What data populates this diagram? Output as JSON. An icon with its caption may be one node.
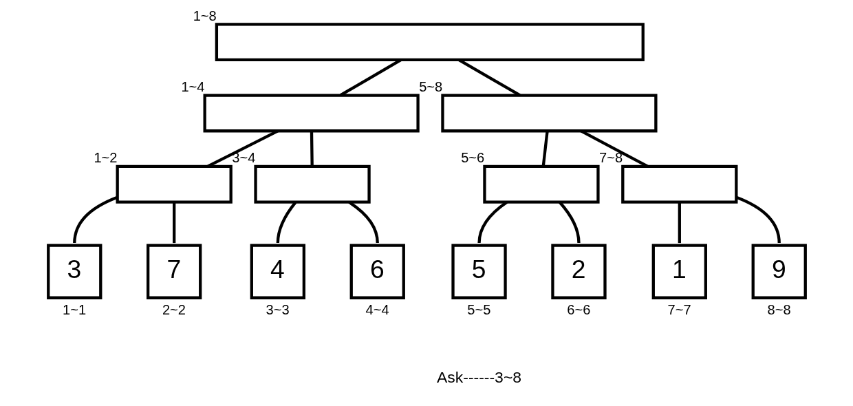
{
  "diagram": {
    "nodes": [
      {
        "text": [],
        "shape": "box",
        "beside": [
          "1~8"
        ]
      },
      {
        "text": [],
        "shape": "box",
        "beside": [
          "1~4"
        ]
      },
      {
        "text": [],
        "shape": "box",
        "beside": [
          "5~8"
        ]
      },
      {
        "text": [],
        "shape": "box",
        "beside": [
          "1~2"
        ]
      },
      {
        "text": [],
        "shape": "box",
        "beside": [
          "3~4"
        ]
      },
      {
        "text": [],
        "shape": "box",
        "beside": [
          "5~6"
        ]
      },
      {
        "text": [],
        "shape": "box",
        "beside": [
          "7~8"
        ]
      },
      {
        "text": [
          "3"
        ],
        "beside": [
          "1~1"
        ]
      },
      {
        "text": [
          "7"
        ],
        "beside": [
          "2~2"
        ]
      },
      {
        "text": [
          "4"
        ],
        "beside": [
          "3~3"
        ]
      },
      {
        "text": [
          "6"
        ],
        "beside": [
          "4~4"
        ]
      },
      {
        "text": [
          "5"
        ],
        "beside": [
          "5~5"
        ]
      },
      {
        "text": [
          "2"
        ],
        "beside": [
          "6~6"
        ]
      },
      {
        "text": [
          "1"
        ],
        "beside": [
          "7~7"
        ]
      },
      {
        "text": [
          "9"
        ],
        "beside": [
          "8~8"
        ]
      }
    ],
    "edges": [
      {
        "from": 0,
        "to": 1,
        "arrow": "none"
      },
      {
        "from": 0,
        "to": 2,
        "arrow": "none"
      },
      {
        "from": 1,
        "to": 3,
        "arrow": "none"
      },
      {
        "from": 1,
        "to": 4,
        "arrow": "none"
      },
      {
        "from": 2,
        "to": 5,
        "arrow": "none"
      },
      {
        "from": 2,
        "to": 6,
        "arrow": "none"
      },
      {
        "from": 3,
        "to": 7,
        "arrow": "none"
      },
      {
        "from": 3,
        "to": 8,
        "arrow": "none"
      },
      {
        "from": 4,
        "to": 9,
        "arrow": "none"
      },
      {
        "from": 4,
        "to": 10,
        "arrow": "none"
      },
      {
        "from": 5,
        "to": 11,
        "arrow": "none"
      },
      {
        "from": 5,
        "to": 12,
        "arrow": "none"
      },
      {
        "from": 6,
        "to": 13,
        "arrow": "none"
      },
      {
        "from": 6,
        "to": 14,
        "arrow": "none"
      }
    ],
    "labels": [
      "Ask------3~8"
    ]
  }
}
